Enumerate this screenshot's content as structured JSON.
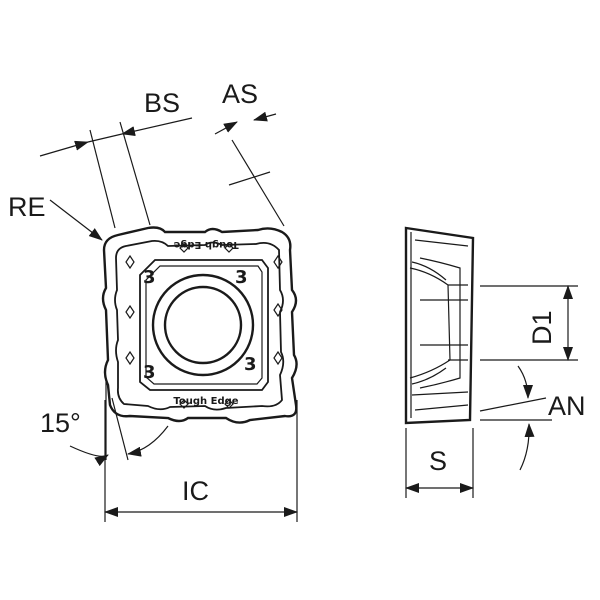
{
  "labels": {
    "bs": "BS",
    "as": "AS",
    "re": "RE",
    "angle": "15°",
    "ic": "IC",
    "d1": "D1",
    "an": "AN",
    "s": "S"
  },
  "insert_marks": {
    "brand_top": "Tough Edge",
    "brand_bottom": "Tough Edge",
    "corner_number": "3"
  }
}
